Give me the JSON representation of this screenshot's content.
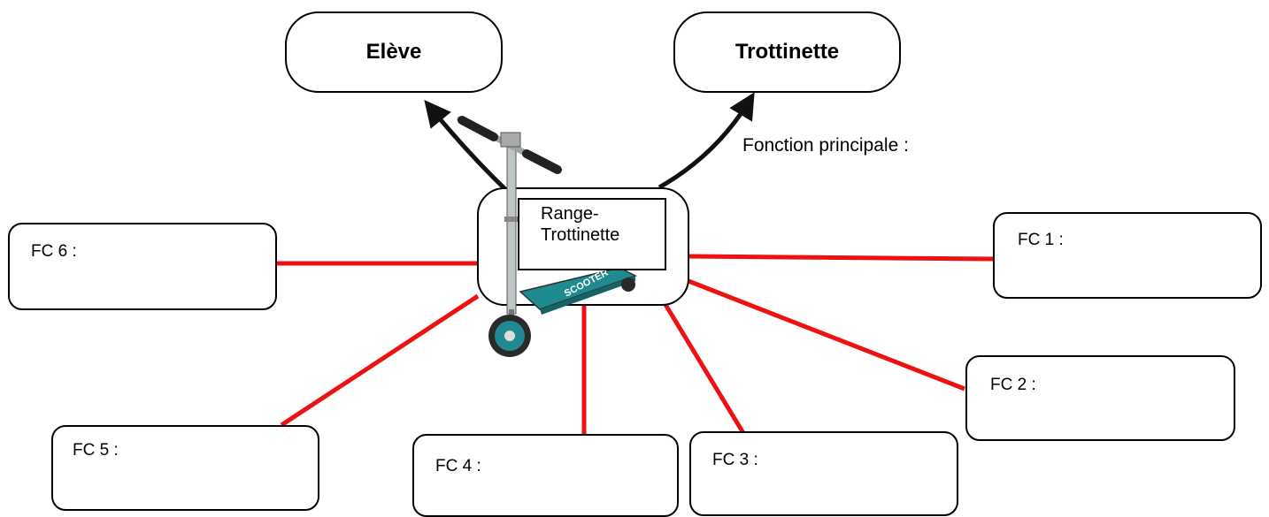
{
  "actors": {
    "eleve": "Elève",
    "trottinette": "Trottinette"
  },
  "main_function": "Fonction principale :",
  "center": {
    "line1": "Range-",
    "line2": "Trottinette"
  },
  "fc": {
    "fc1": "FC 1 :",
    "fc2": "FC 2 :",
    "fc3": "FC 3 :",
    "fc4": "FC 4 :",
    "fc5": "FC 5 :",
    "fc6": "FC 6 :"
  },
  "colors": {
    "constraint_line": "#ee1111",
    "arrow": "#111111",
    "scooter_deck": "#1f8a8f"
  }
}
